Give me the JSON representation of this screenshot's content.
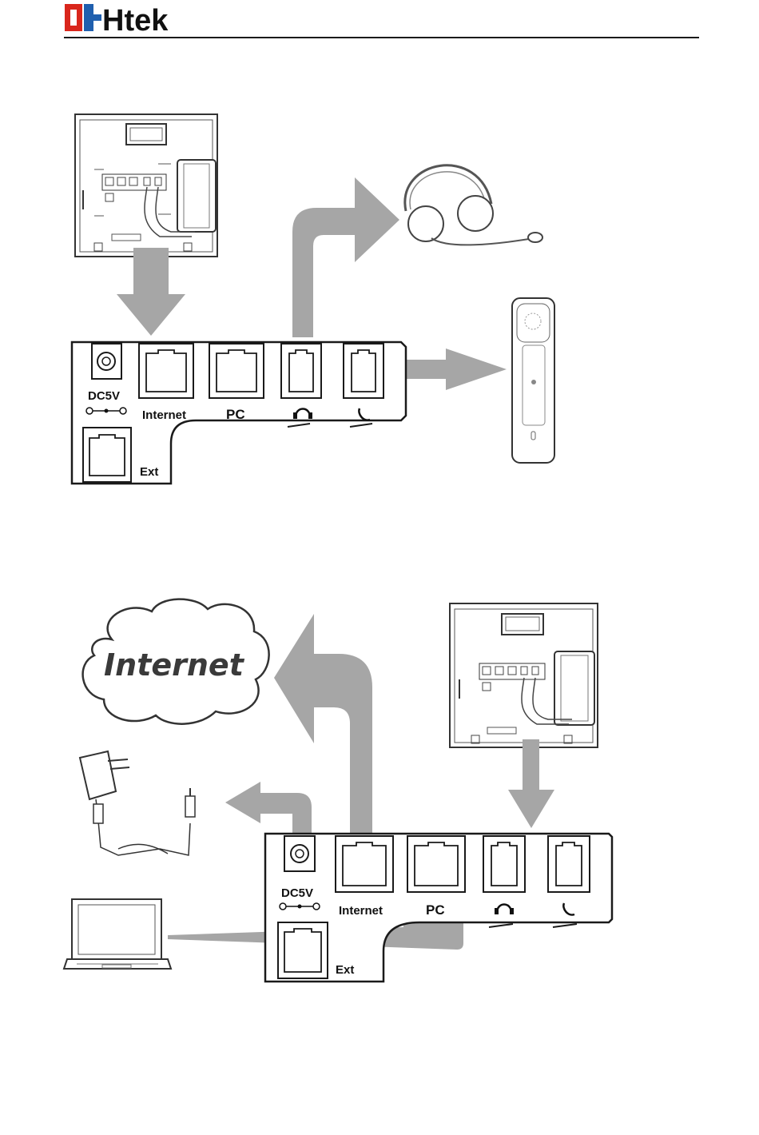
{
  "header": {
    "logo_text": "Htek",
    "colors": {
      "red": "#d9261c",
      "blue": "#1f5fae",
      "dark": "#111111"
    }
  },
  "diagram_top": {
    "port_labels": {
      "dc": "DC5V",
      "internet": "Internet",
      "pc": "PC",
      "ext": "Ext"
    },
    "icons": [
      "phone-back-illustration",
      "headset-icon",
      "handset-icon",
      "headset-port-icon",
      "handset-port-icon",
      "dc-polarity-icon"
    ]
  },
  "diagram_bottom": {
    "port_labels": {
      "dc": "DC5V",
      "internet": "Internet",
      "pc": "PC",
      "ext": "Ext"
    },
    "cloud_label": "Internet",
    "icons": [
      "internet-cloud-icon",
      "power-adapter-icon",
      "laptop-icon",
      "phone-back-illustration"
    ]
  },
  "colors": {
    "arrow": "#a6a6a6",
    "line": "#1a1a1a"
  }
}
